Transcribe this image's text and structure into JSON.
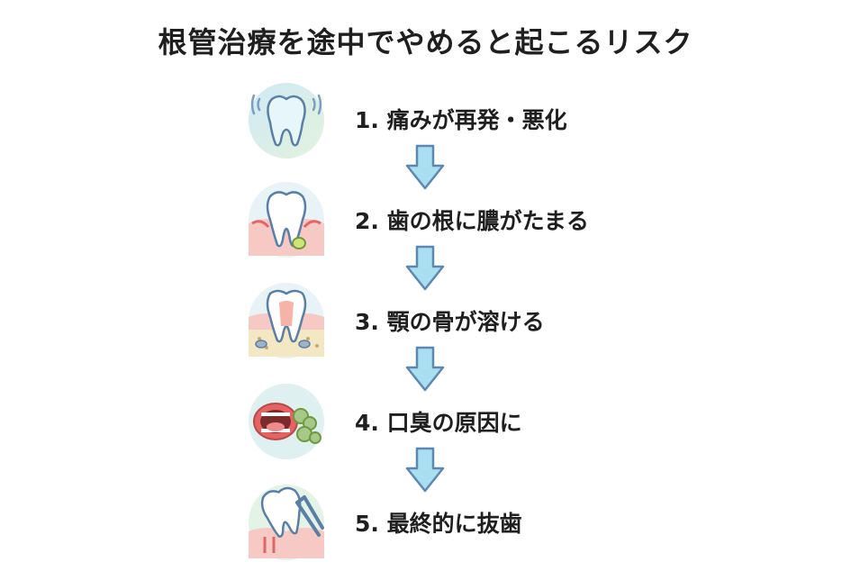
{
  "title": "根管治療を途中でやめると起こるリスク",
  "steps": [
    {
      "label": "1. 痛みが再発・悪化",
      "icon": "aching-tooth-icon"
    },
    {
      "label": "2. 歯の根に膿がたまる",
      "icon": "pus-at-root-icon"
    },
    {
      "label": "3. 顎の骨が溶ける",
      "icon": "jaw-bone-dissolving-icon"
    },
    {
      "label": "4. 口臭の原因に",
      "icon": "bad-breath-mouth-icon"
    },
    {
      "label": "5. 最終的に抜歯",
      "icon": "tooth-extraction-icon"
    }
  ],
  "colors": {
    "arrow_fill": "#a9dff0",
    "arrow_stroke": "#5d88b2",
    "circle_bg": "#d9eef5",
    "gum": "#f6c9c5"
  }
}
